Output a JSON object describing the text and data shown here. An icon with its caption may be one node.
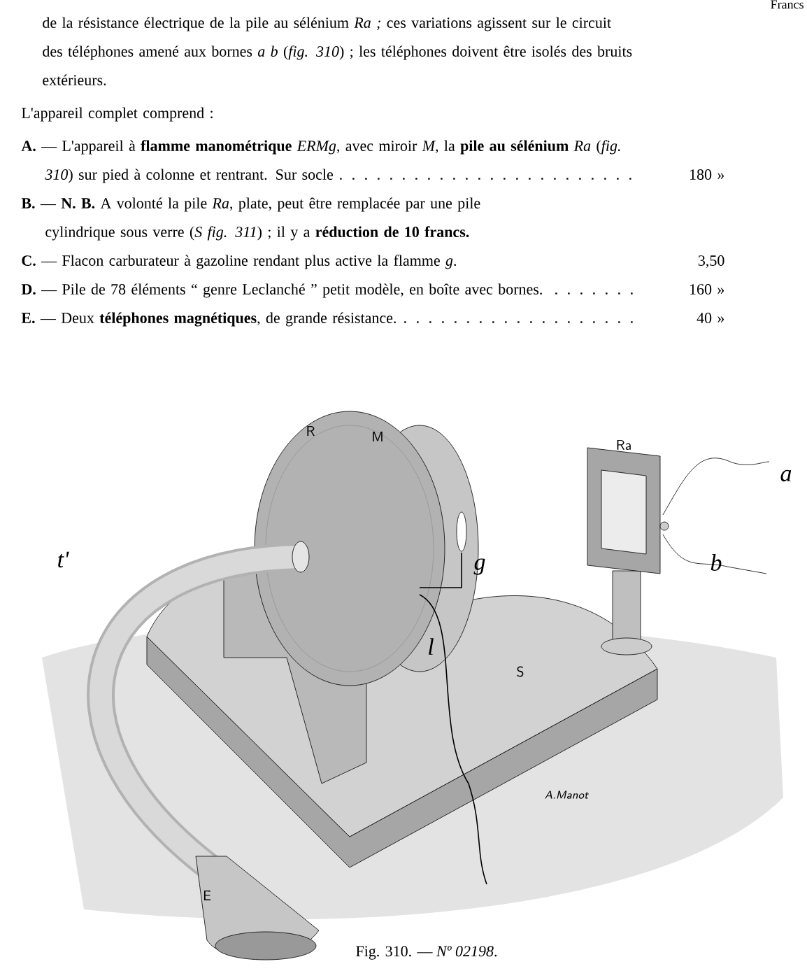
{
  "diagram": {
    "caption": "Fig. 310. — *Nº 02198*.",
    "labels": [
      "Francs",
      "de la résistance électrique de la pile au sélénium *Ra ;* ces variations agissent sur le circuit des téléphones amené aux bornes *a b* (*fig. 310*) ; les téléphones doivent être isolés des bruits extérieurs.",
      "L'appareil complet comprend :",
      "**A.** — L'appareil à **flamme manométrique** *ERMg*, avec miroir *M*, la **pile au sélénium** *Ra* (*fig. 310*) sur pied à colonne et rentrant. Sur socle",
      "180 »",
      "**B.** — **N. B.** A volonté la pile *Ra*, plate, peut être remplacée par une pile cylindrique sous verre (*S fig. 311*) ; il y a **réduction de 10 francs.**",
      "**C.** — Flacon carburateur à gazoline rendant plus active la flamme *g*.",
      "3,50",
      "**D.** — Pile de 78 éléments “ genre Leclanché ” petit modèle, en boîte avec bornes.",
      "160 »",
      "**E.** — Deux **téléphones magnétiques**, de grande résistance.",
      "40 »",
      "R",
      "M",
      "Ra",
      "a",
      "t'",
      "g",
      "b",
      "l",
      "S",
      "A.Manot",
      "E"
    ]
  }
}
